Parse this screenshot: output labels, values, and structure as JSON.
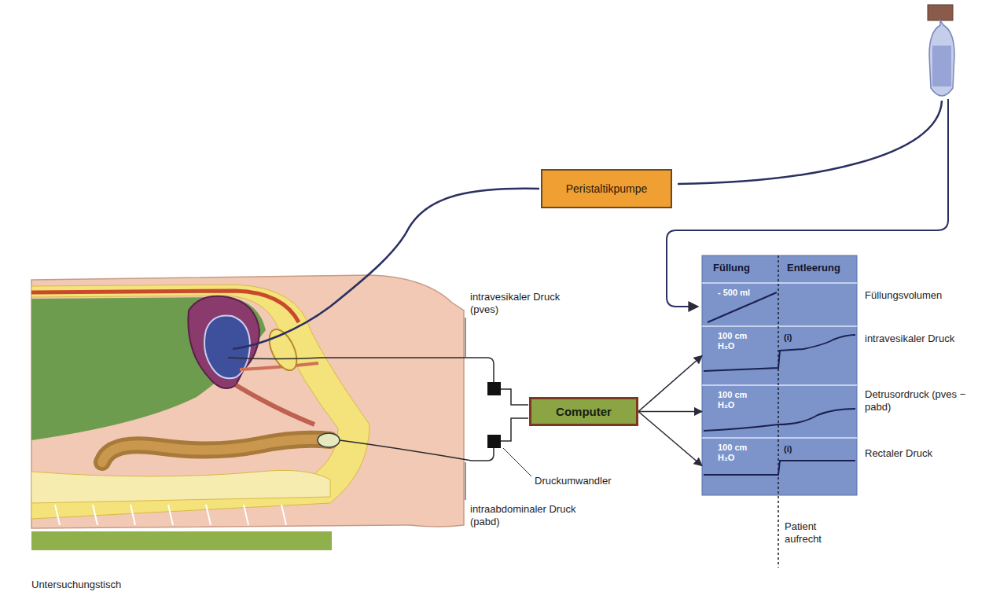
{
  "diagram": {
    "nodes": [
      {
        "text": [
          "Peristaltikpumpe"
        ]
      },
      {
        "text": [
          "Computer"
        ]
      },
      {
        "text": [
          "Füllung",
          "Entleerung"
        ]
      },
      {
        "text": [
          "- 500 ml",
          "Füllungsvolumen"
        ],
        "in": 2
      },
      {
        "text": [
          "100 cm H₂O",
          "(i)",
          "intravesikaler Druck"
        ],
        "in": 2
      },
      {
        "text": [
          "100 cm H₂O",
          "Detrusordruck (pves − pabd)"
        ],
        "in": 2
      },
      {
        "text": [
          "100 cm H₂O",
          "(i)",
          "Rectaler Druck"
        ],
        "in": 2
      }
    ],
    "edges": [
      {
        "from": 1,
        "to": 4,
        "arrow": "to"
      },
      {
        "from": 1,
        "to": 5,
        "arrow": "to"
      },
      {
        "from": 1,
        "to": 6,
        "arrow": "to"
      }
    ],
    "labels": [
      "intravesikaler Druck (pves)",
      "Druckumwandler",
      "intraabdominaler Druck (pabd)",
      "Patient aufrecht",
      "Untersuchungstisch"
    ]
  }
}
